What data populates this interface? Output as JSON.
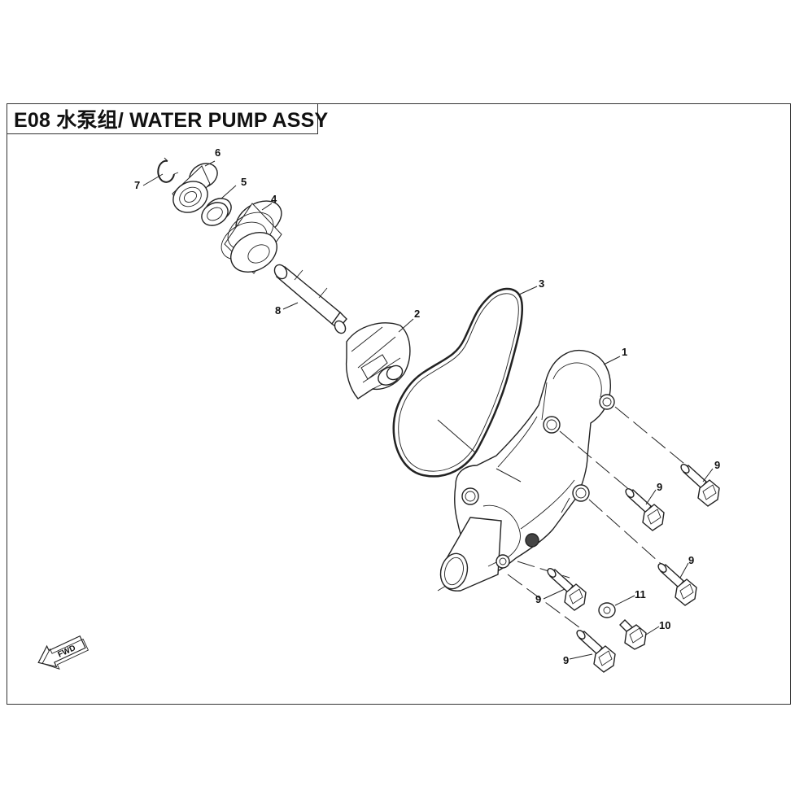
{
  "title": "E08  水泵组/ WATER PUMP ASSY",
  "fwd_label": "FWD",
  "callouts": {
    "c1": "1",
    "c2": "2",
    "c3": "3",
    "c4": "4",
    "c5": "5",
    "c6": "6",
    "c7": "7",
    "c8": "8",
    "c9a": "9",
    "c9b": "9",
    "c9c": "9",
    "c9d": "9",
    "c9e": "9",
    "c10": "10",
    "c11": "11"
  }
}
